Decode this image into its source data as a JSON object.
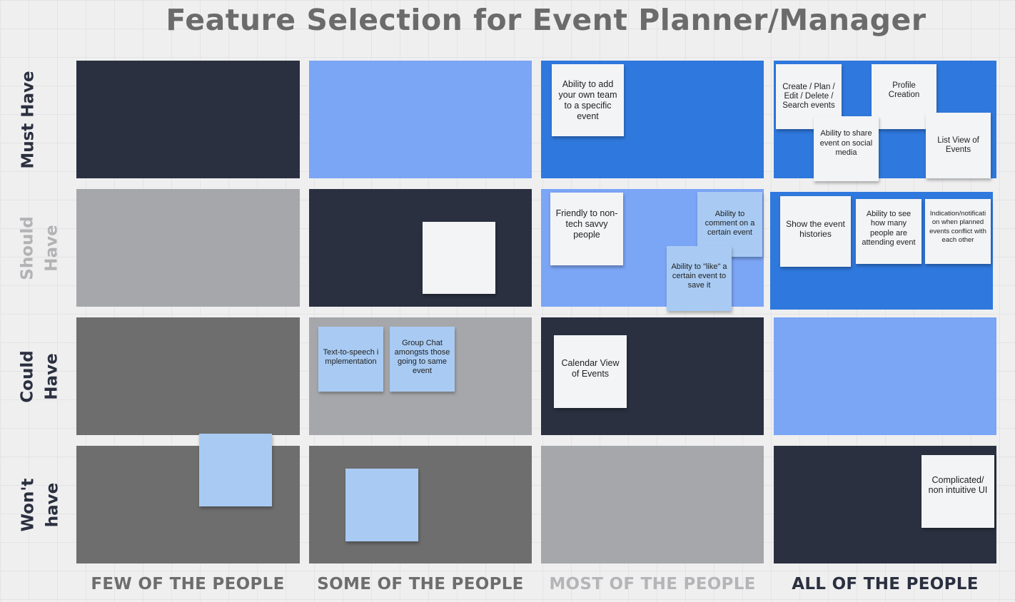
{
  "title": "Feature Selection for Event Planner/Manager",
  "rows": [
    {
      "label": "Must Have",
      "color": "#2b3040"
    },
    {
      "label": "Should\nHave",
      "color": "#b3b3b5"
    },
    {
      "label": "Could\nHave",
      "color": "#2b3040"
    },
    {
      "label": "Won't\nhave",
      "color": "#2b3040"
    }
  ],
  "columns": [
    {
      "label": "FEW OF THE PEOPLE",
      "color": "#6d6d6d"
    },
    {
      "label": "SOME OF THE PEOPLE",
      "color": "#6d6d6d"
    },
    {
      "label": "MOST OF THE PEOPLE",
      "color": "#b5b5b8"
    },
    {
      "label": "ALL OF THE PEOPLE",
      "color": "#2b3040"
    }
  ],
  "cell_colors": {
    "dark": "#2a3040",
    "light_blue": "#7ba5f5",
    "blue": "#2f78dd",
    "light_gray": "#a6a7aa",
    "gray": "#6e6e6e"
  },
  "notes": {
    "must_most_team": "Ability to add your own team to a specific event",
    "must_all_create": "Create / Plan / Edit / Delete / Search events",
    "must_all_profile": "Profile Creation",
    "must_all_share": "Ability to share event on social media",
    "must_all_list": "List View of Events",
    "should_some_blank": "",
    "should_most_friendly": "Friendly to non-tech savvy people",
    "should_most_comment": "Ability to comment on a certain event",
    "should_most_like": "Ability to \"like\" a certain event to save it",
    "should_all_histories": "Show the event histories",
    "should_all_attending": "Ability to see how many people are attending event",
    "should_all_indication": "Indication/notification when planned events conflict with each other",
    "could_some_tts": "Text-to-speech implementation",
    "could_some_chat": "Group Chat amongsts those going to same event",
    "could_most_calendar": "Calendar View of Events",
    "wont_few_blank": "",
    "wont_some_blank": "",
    "wont_all_ui": "Complicated/ non intuitive UI"
  }
}
